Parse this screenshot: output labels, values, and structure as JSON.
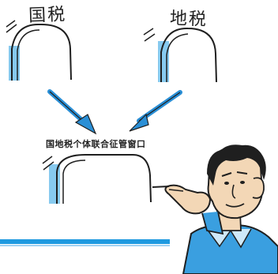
{
  "labels": {
    "national_tax": "国税",
    "local_tax": "地税",
    "joint_window": "国地税个体联合征管窗口"
  },
  "colors": {
    "accent_blue": "#2a8fd6",
    "shadow_blue": "#5fb8ea",
    "ink": "#1f1f1f",
    "skin": "#f3d7b6",
    "shirt": "#3a9fe0"
  },
  "icons": [
    "arch-window-icon",
    "arrow-icon",
    "cartoon-man-icon"
  ]
}
